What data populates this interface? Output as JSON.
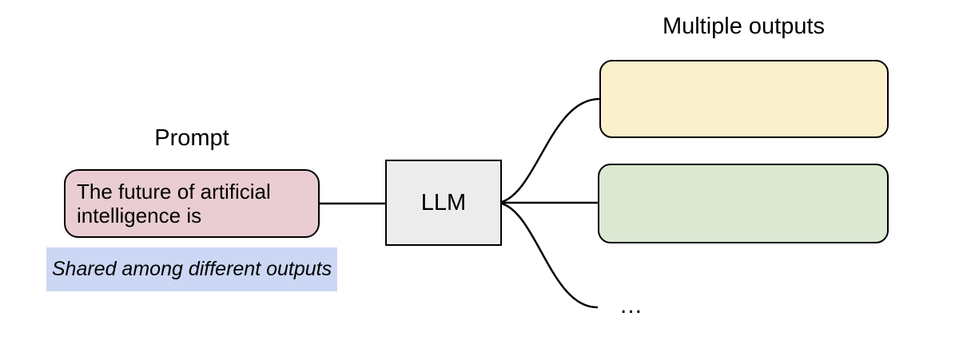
{
  "diagram": {
    "prompt": {
      "label": "Prompt",
      "text": "The future of artificial intelligence is",
      "note": "Shared among different outputs"
    },
    "model": {
      "label": "LLM"
    },
    "outputs": {
      "label": "Multiple outputs",
      "box_1": "",
      "box_2": "",
      "ellipsis": "..."
    },
    "connections": [
      "prompt-box to llm-box",
      "llm-box to output-box-yellow",
      "llm-box to output-box-green",
      "llm-box to more-outputs-ellipsis"
    ],
    "colors": {
      "prompt_fill": "#e9cdd2",
      "note_fill": "#cbd7f4",
      "llm_fill": "#ececec",
      "output1_fill": "#faf0cc",
      "output2_fill": "#dde8d3",
      "stroke": "#000000"
    }
  }
}
